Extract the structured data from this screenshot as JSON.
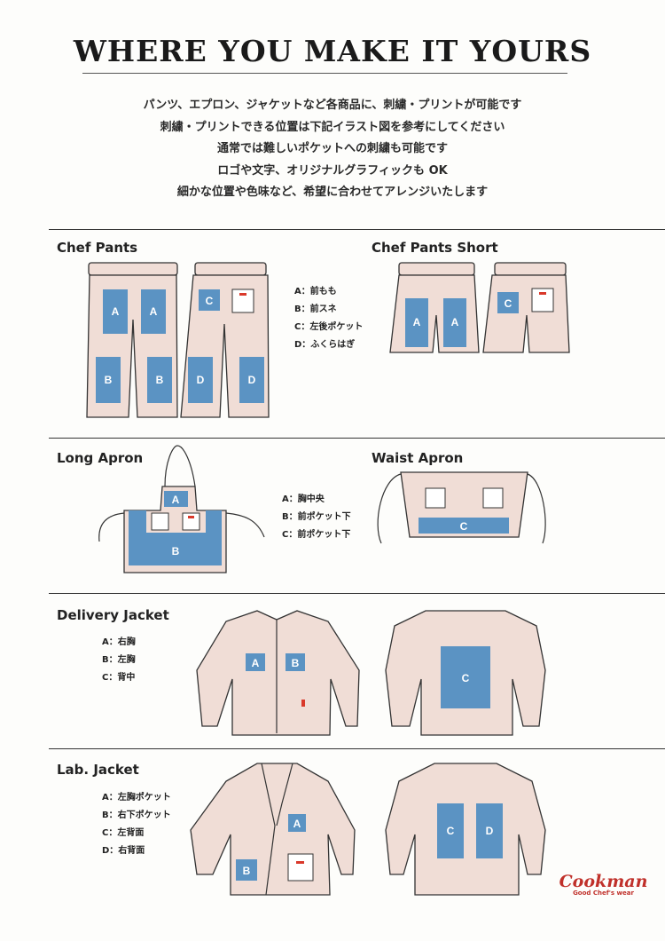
{
  "header": {
    "title": "WHERE YOU MAKE IT YOURS",
    "intro": [
      "パンツ、エプロン、ジャケットなど各商品に、刺繍・プリントが可能です",
      "刺繍・プリントできる位置は下記イラスト図を参考にしてください",
      "通常では難しいポケットへの刺繍も可能です",
      "ロゴや文字、オリジナルグラフィックも OK",
      "細かな位置や色味など、希望に合わせてアレンジいたします"
    ]
  },
  "sections": {
    "chef_pants": {
      "title": "Chef Pants",
      "legend": [
        "A：前もも",
        "B：前スネ",
        "C：左後ポケット",
        "D：ふくらはぎ"
      ]
    },
    "chef_pants_short": {
      "title": "Chef Pants Short"
    },
    "long_apron": {
      "title": "Long Apron",
      "legend": [
        "A：胸中央",
        "B：前ポケット下",
        "C：前ポケット下"
      ]
    },
    "waist_apron": {
      "title": "Waist Apron"
    },
    "delivery_jacket": {
      "title": "Delivery Jacket",
      "legend": [
        "A：右胸",
        "B：左胸",
        "C：背中"
      ]
    },
    "lab_jacket": {
      "title": "Lab. Jacket",
      "legend": [
        "A：左胸ポケット",
        "B：右下ポケット",
        "C：左背面",
        "D：右背面"
      ]
    }
  },
  "zones": {
    "a": "A",
    "b": "B",
    "c": "C",
    "d": "D"
  },
  "logo": {
    "name": "Cookman",
    "tagline": "Good Chef's wear"
  },
  "colors": {
    "zone": "#5b93c3",
    "garment": "#f0ddd6",
    "accent": "#d9382a"
  }
}
